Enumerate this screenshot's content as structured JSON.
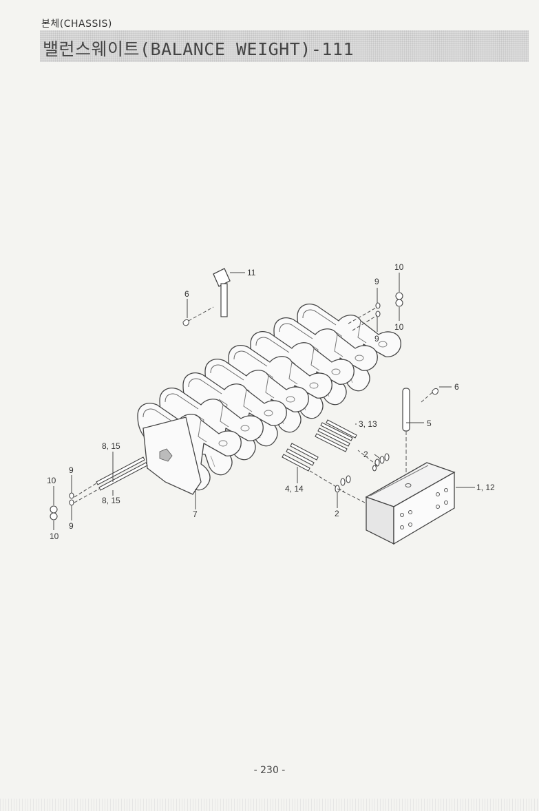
{
  "header": {
    "section": "본체(CHASSIS)",
    "title": "밸런스웨이트(BALANCE WEIGHT)-111"
  },
  "callouts": {
    "c11": "11",
    "c6_top": "6",
    "c10_top": "10",
    "c9_top": "9",
    "c10_mid": "10",
    "c9_mid": "9",
    "c6_right": "6",
    "c3_13": "3, 13",
    "c5": "5",
    "c2_upper": "2",
    "c8_15_upper": "8, 15",
    "c9_left_upper": "9",
    "c10_left_upper": "10",
    "c8_15_lower": "8, 15",
    "c9_left_lower": "9",
    "c10_left_lower": "10",
    "c7": "7",
    "c4_14": "4, 14",
    "c2_lower": "2",
    "c1_12": "1, 12"
  },
  "footer": {
    "page": "- 230 -"
  }
}
